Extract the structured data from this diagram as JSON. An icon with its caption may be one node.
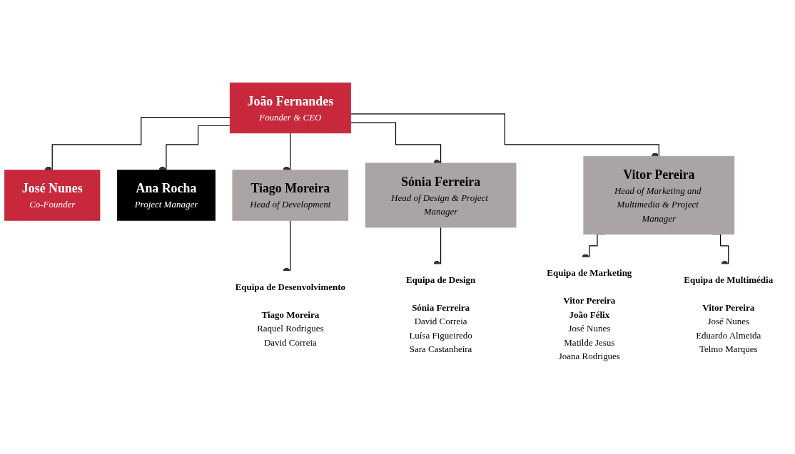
{
  "diagram": {
    "nodes": [
      {
        "text": [
          "João Fernandes",
          "Founder & CEO"
        ]
      },
      {
        "text": [
          "José Nunes",
          "Co-Founder"
        ]
      },
      {
        "text": [
          "Ana Rocha",
          "Project Manager"
        ]
      },
      {
        "text": [
          "Tiago Moreira",
          "Head of Development"
        ]
      },
      {
        "text": [
          "Sónia Ferreira",
          "Head of Design & Project Manager"
        ]
      },
      {
        "text": [
          "Vitor Pereira",
          "Head of Marketing and Multimedia & Project Manager"
        ]
      },
      {
        "text": [
          "Equipa de Desenvolvimento",
          "Tiago Moreira",
          "Raquel Rodrigues",
          "David Correia"
        ]
      },
      {
        "text": [
          "Equipa de Design",
          "Sónia Ferreira",
          "David Correia",
          "Luísa Figueiredo",
          "Sara Castanheira"
        ]
      },
      {
        "text": [
          "Equipa de Marketing",
          "Vitor Pereira",
          "João Félix",
          "José Nunes",
          "Matilde Jesus",
          "Joana Rodrigues"
        ]
      },
      {
        "text": [
          "Equipa de Multimédia",
          "Vitor Pereira",
          "José Nunes",
          "Eduardo Almeida",
          "Telmo Marques"
        ]
      }
    ],
    "edges": [
      {
        "from": 0,
        "to": 1,
        "arrow": "other"
      },
      {
        "from": 0,
        "to": 2,
        "arrow": "other"
      },
      {
        "from": 0,
        "to": 3,
        "arrow": "other"
      },
      {
        "from": 0,
        "to": 4,
        "arrow": "other"
      },
      {
        "from": 0,
        "to": 5,
        "arrow": "other"
      },
      {
        "from": 3,
        "to": 6,
        "arrow": "other"
      },
      {
        "from": 4,
        "to": 7,
        "arrow": "other"
      },
      {
        "from": 5,
        "to": 8,
        "arrow": "other"
      },
      {
        "from": 5,
        "to": 9,
        "arrow": "other"
      }
    ]
  }
}
